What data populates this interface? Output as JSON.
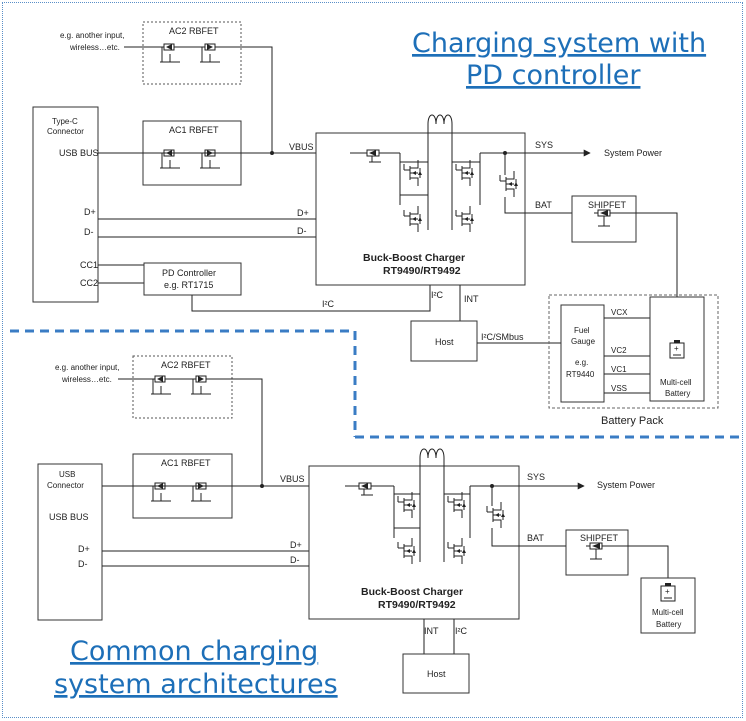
{
  "title_top": {
    "line1": "Charging system with",
    "line2": "PD controller"
  },
  "title_bottom": {
    "line1": "Common charging",
    "line2": "system architectures"
  },
  "colors": {
    "accent": "#1d6fb8",
    "divider": "#3a7cc4",
    "wire": "#222222"
  },
  "top": {
    "other_input": {
      "line1": "e.g. another input,",
      "line2": "wireless…etc."
    },
    "ac2": "AC2 RBFET",
    "ac1": "AC1 RBFET",
    "connector": {
      "line1": "Type-C",
      "line2": "Connector"
    },
    "usb_bus": "USB BUS",
    "vbus": "VBUS",
    "d_plus": "D+",
    "d_minus": "D-",
    "cc1": "CC1",
    "cc2": "CC2",
    "pd": {
      "line1": "PD Controller",
      "line2": "e.g. RT1715"
    },
    "i2c": "I²C",
    "int": "INT",
    "host": "Host",
    "i2c_smbus": "I²C/SMbus",
    "charger": {
      "line1": "Buck-Boost Charger",
      "line2": "RT9490/RT9492"
    },
    "sys": "SYS",
    "system_power": "System Power",
    "bat": "BAT",
    "shipfet": "SHIPFET",
    "fuel_gauge": {
      "line1": "Fuel",
      "line2": "Gauge",
      "line3": "e.g.",
      "line4": "RT9440"
    },
    "vcx": "VCX",
    "vc2": "VC2",
    "vc1": "VC1",
    "vss": "VSS",
    "battery": {
      "line1": "Multi-cell",
      "line2": "Battery"
    },
    "battery_pack": "Battery Pack"
  },
  "bottom": {
    "other_input": {
      "line1": "e.g. another input,",
      "line2": "wireless…etc."
    },
    "ac2": "AC2 RBFET",
    "ac1": "AC1 RBFET",
    "connector": {
      "line1": "USB",
      "line2": "Connector"
    },
    "usb_bus": "USB BUS",
    "vbus": "VBUS",
    "d_plus": "D+",
    "d_minus": "D-",
    "charger": {
      "line1": "Buck-Boost Charger",
      "line2": "RT9490/RT9492"
    },
    "sys": "SYS",
    "system_power": "System Power",
    "bat": "BAT",
    "shipfet": "SHIPFET",
    "int": "INT",
    "i2c": "I²C",
    "host": "Host",
    "battery": {
      "line1": "Multi-cell",
      "line2": "Battery"
    }
  }
}
